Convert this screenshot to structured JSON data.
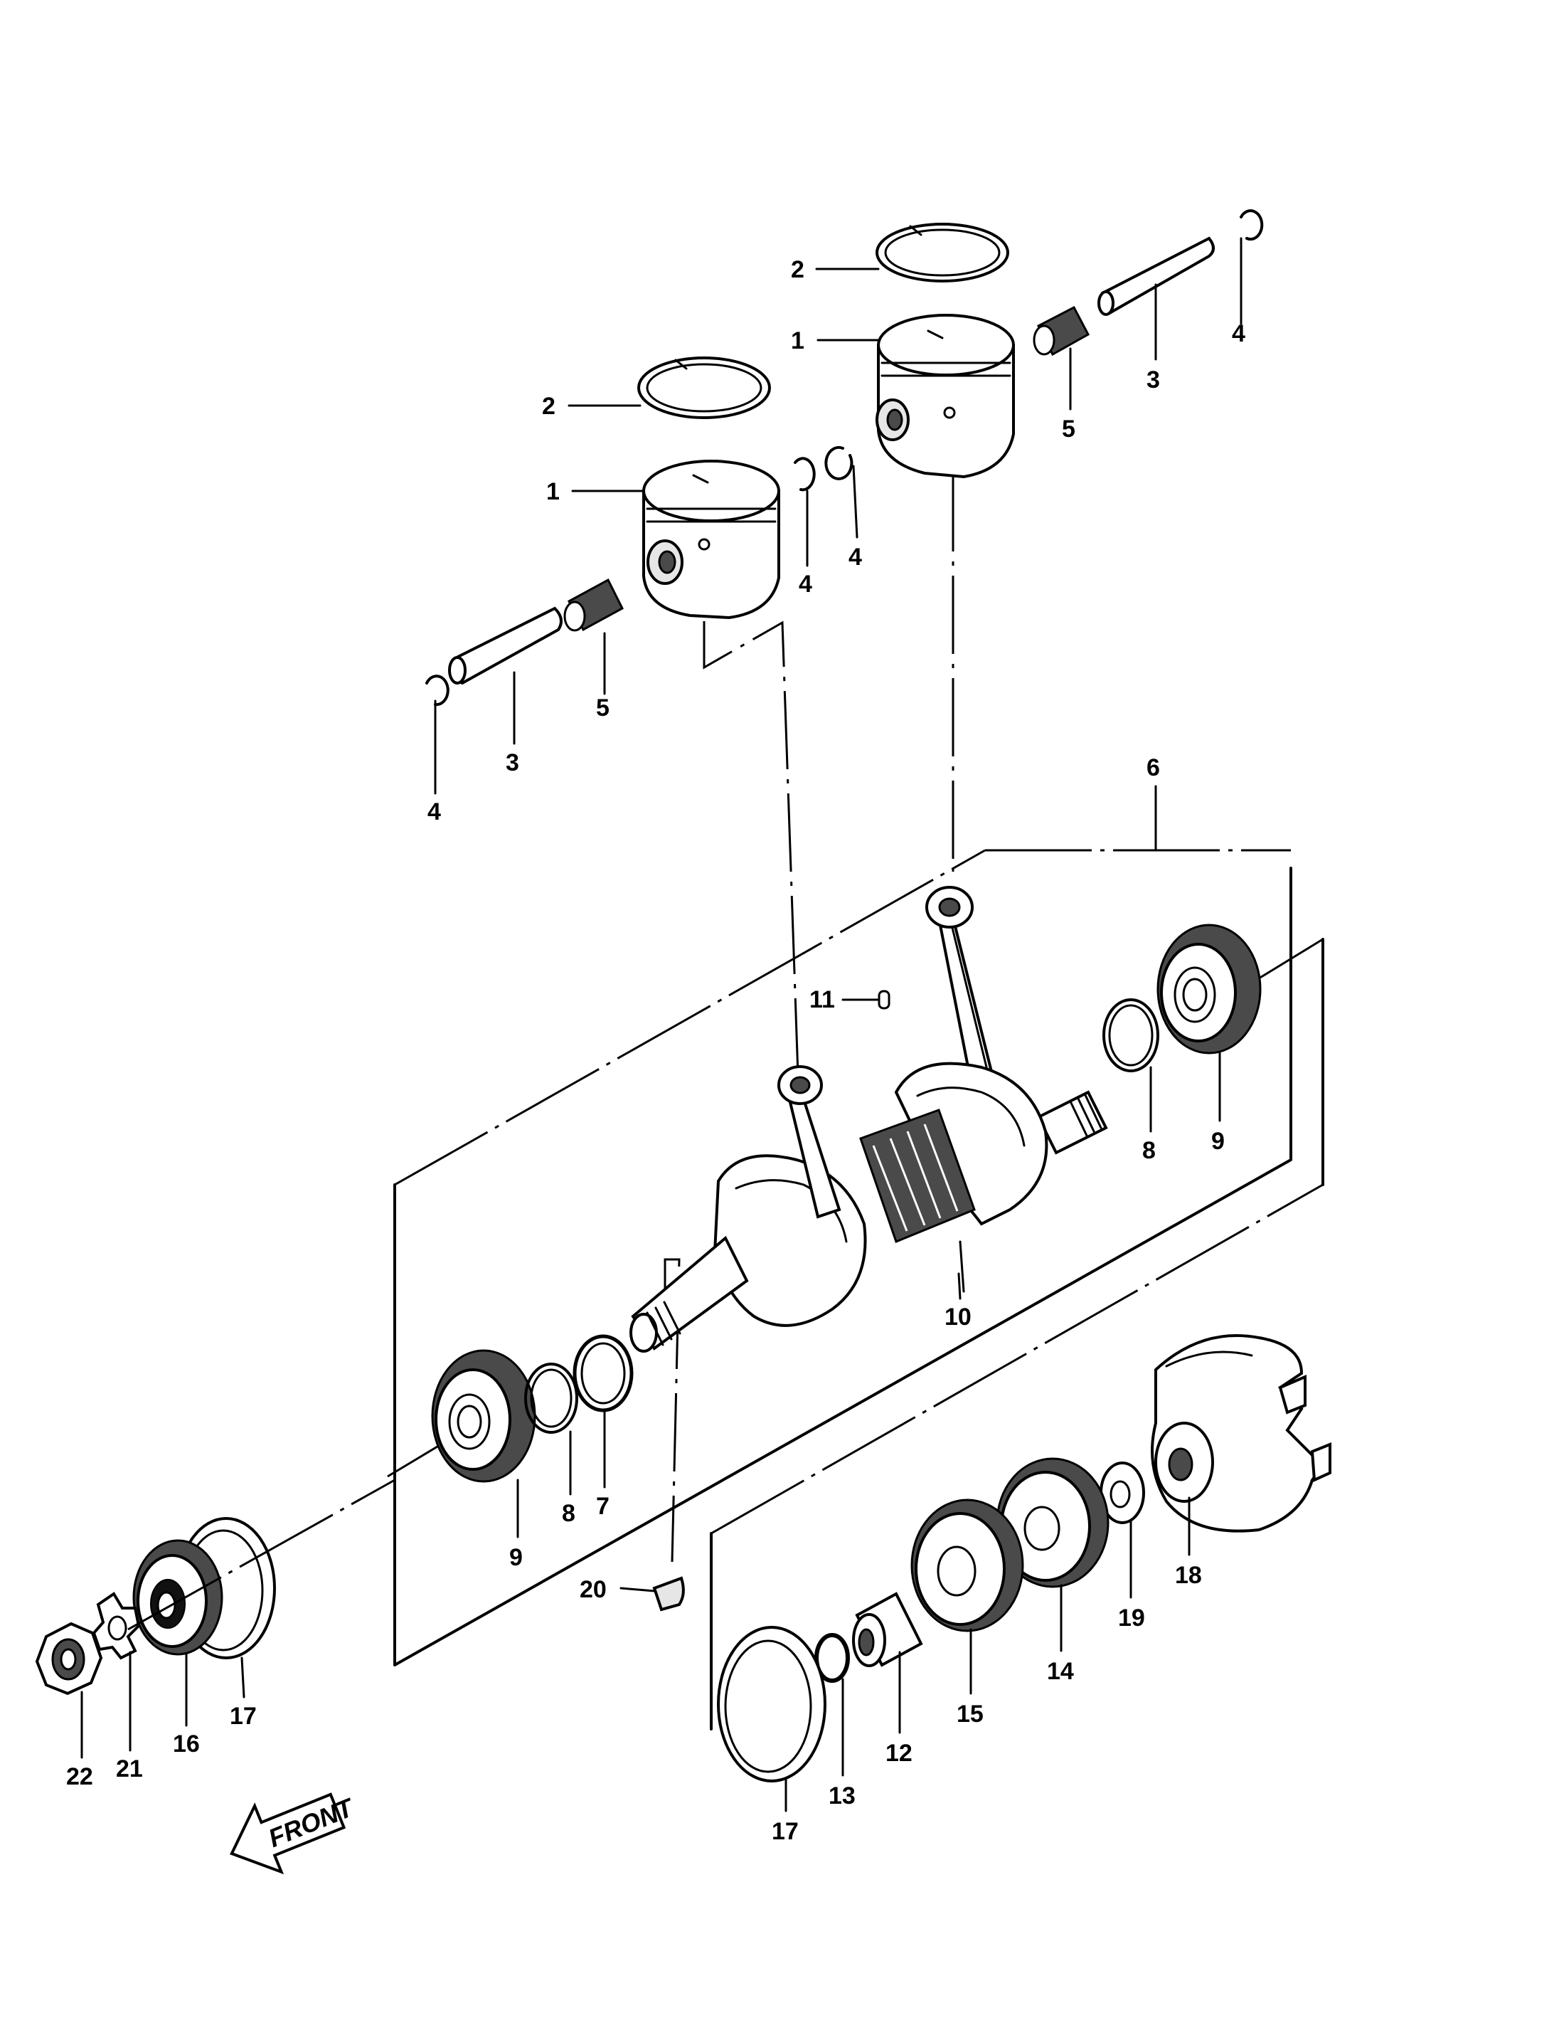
{
  "callouts": [
    {
      "id": "c2a",
      "text": "2"
    },
    {
      "id": "c1a",
      "text": "1"
    },
    {
      "id": "c2b",
      "text": "2"
    },
    {
      "id": "c1b",
      "text": "1"
    },
    {
      "id": "c4a",
      "text": "4"
    },
    {
      "id": "c3a",
      "text": "3"
    },
    {
      "id": "c5a",
      "text": "5"
    },
    {
      "id": "c4b",
      "text": "4"
    },
    {
      "id": "c4c",
      "text": "4"
    },
    {
      "id": "c4d",
      "text": "4"
    },
    {
      "id": "c5b",
      "text": "5"
    },
    {
      "id": "c3b",
      "text": "3"
    },
    {
      "id": "c4e",
      "text": "4"
    },
    {
      "id": "c6",
      "text": "6"
    },
    {
      "id": "c11",
      "text": "11"
    },
    {
      "id": "c8a",
      "text": "8"
    },
    {
      "id": "c9a",
      "text": "9"
    },
    {
      "id": "c10",
      "text": "10"
    },
    {
      "id": "c9b",
      "text": "9"
    },
    {
      "id": "c8b",
      "text": "8"
    },
    {
      "id": "c7",
      "text": "7"
    },
    {
      "id": "c20",
      "text": "20"
    },
    {
      "id": "c18",
      "text": "18"
    },
    {
      "id": "c19",
      "text": "19"
    },
    {
      "id": "c14",
      "text": "14"
    },
    {
      "id": "c15",
      "text": "15"
    },
    {
      "id": "c12",
      "text": "12"
    },
    {
      "id": "c13",
      "text": "13"
    },
    {
      "id": "c17a",
      "text": "17"
    },
    {
      "id": "c17b",
      "text": "17"
    },
    {
      "id": "c16",
      "text": "16"
    },
    {
      "id": "c21",
      "text": "21"
    },
    {
      "id": "c22",
      "text": "22"
    }
  ],
  "front_label": "FRONT"
}
